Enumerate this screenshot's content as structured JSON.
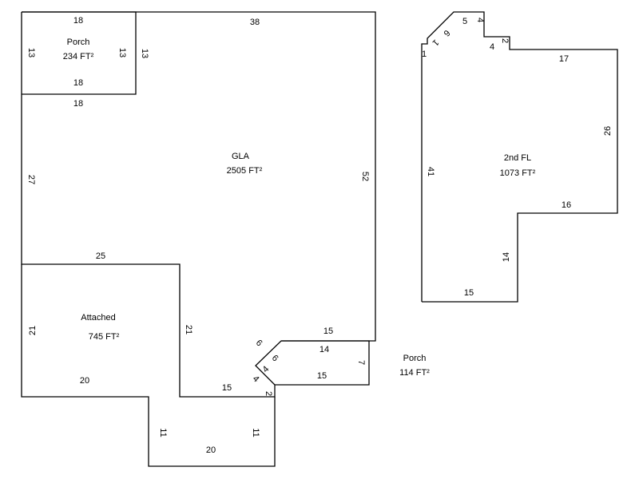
{
  "areas": {
    "porch_top": {
      "name": "Porch",
      "area": "234 FT²"
    },
    "gla": {
      "name": "GLA",
      "area": "2505 FT²"
    },
    "attached": {
      "name": "Attached",
      "area": "745 FT²"
    },
    "porch_small": {
      "name": "Porch",
      "area": "114 FT²"
    },
    "second_floor": {
      "name": "2nd FL",
      "area": "1073 FT²"
    }
  },
  "dims": {
    "porch_top": [
      "18",
      "13",
      "13",
      "18",
      "13"
    ],
    "gla": [
      "38",
      "18",
      "27",
      "52",
      "25",
      "21",
      "15",
      "15"
    ],
    "attached": [
      "21",
      "20",
      "11",
      "11",
      "20"
    ],
    "porch_small": [
      "6",
      "6",
      "14",
      "7",
      "4",
      "15",
      "4",
      "2"
    ],
    "second_floor": [
      "5",
      "4",
      "6",
      "1",
      "1",
      "2",
      "4",
      "17",
      "26",
      "41",
      "16",
      "14",
      "15"
    ]
  }
}
